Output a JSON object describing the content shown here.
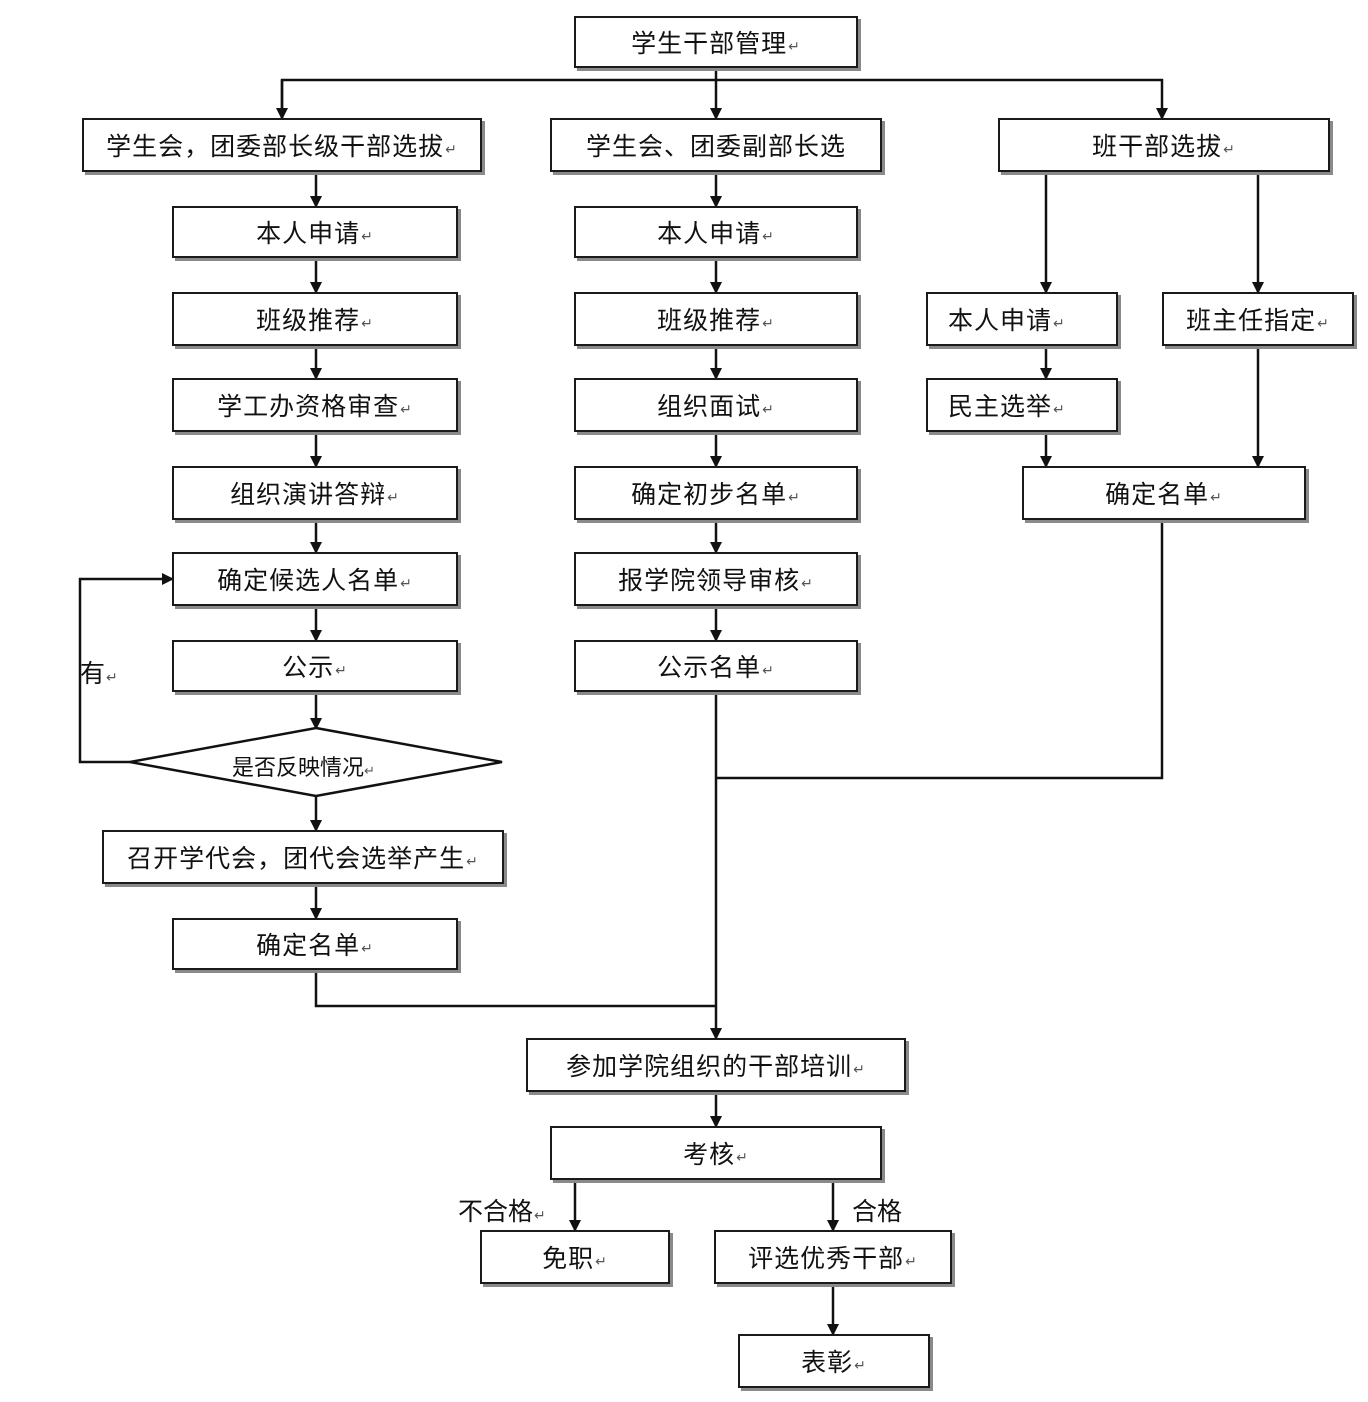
{
  "diagram": {
    "return_mark": "↵",
    "top": {
      "label": "学生干部管理"
    },
    "branch_left": {
      "header": "学生会，团委部长级干部选拔",
      "steps": [
        "本人申请",
        "班级推荐",
        "学工办资格审查",
        "组织演讲答辩",
        "确定候选人名单",
        "公示"
      ],
      "decision": "是否反映情况",
      "loop_label": "有",
      "after_steps": [
        "召开学代会，团代会选举产生",
        "确定名单"
      ]
    },
    "branch_middle": {
      "header": "学生会、团委副部长选",
      "steps": [
        "本人申请",
        "班级推荐",
        "组织面试",
        "确定初步名单",
        "报学院领导审核",
        "公示名单"
      ]
    },
    "branch_right": {
      "header": "班干部选拔",
      "left_steps": [
        "本人申请",
        "民主选举"
      ],
      "right_step": "班主任指定",
      "final": "确定名单"
    },
    "training": "参加学院组织的干部培训",
    "assessment": "考核",
    "fail_label": "不合格",
    "pass_label": "合格",
    "fail_result": "免职",
    "pass_result": "评选优秀干部",
    "commend": "表彰"
  }
}
